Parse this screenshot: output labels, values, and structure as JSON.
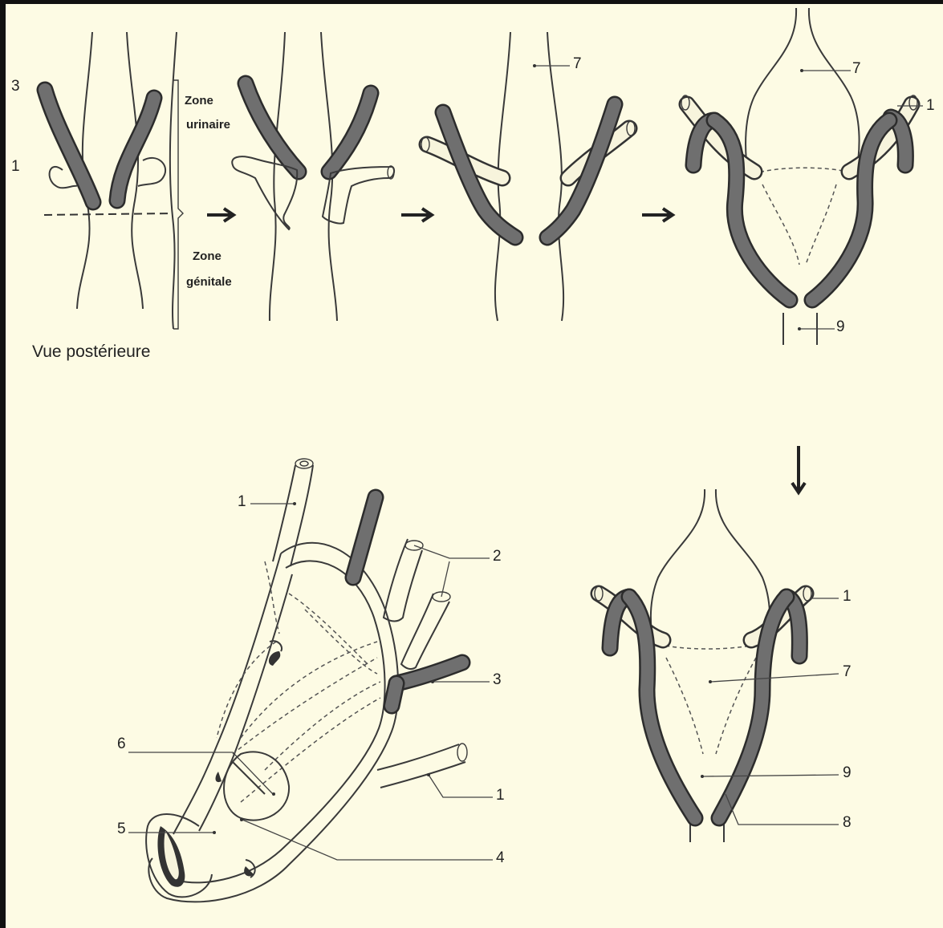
{
  "colors": {
    "paper": "#fdfbe4",
    "ink": "#3a3a3a",
    "duct": "#6b6b6b",
    "tube": "#f7f4dc"
  },
  "zone_urinary": [
    "Zone",
    "urinaire"
  ],
  "zone_genital": [
    "Zone",
    "génitale"
  ],
  "caption": "Vue postérieure",
  "labels": {
    "p1_3": "3",
    "p1_1": "1",
    "p3_7": "7",
    "p4_7": "7",
    "p4_1": "1",
    "p4_9": "9",
    "b_1top": "1",
    "b_2": "2",
    "b_3": "3",
    "b_6": "6",
    "b_5": "5",
    "b_1bot": "1",
    "b_4": "4",
    "r_1": "1",
    "r_7": "7",
    "r_9": "9",
    "r_8": "8"
  }
}
